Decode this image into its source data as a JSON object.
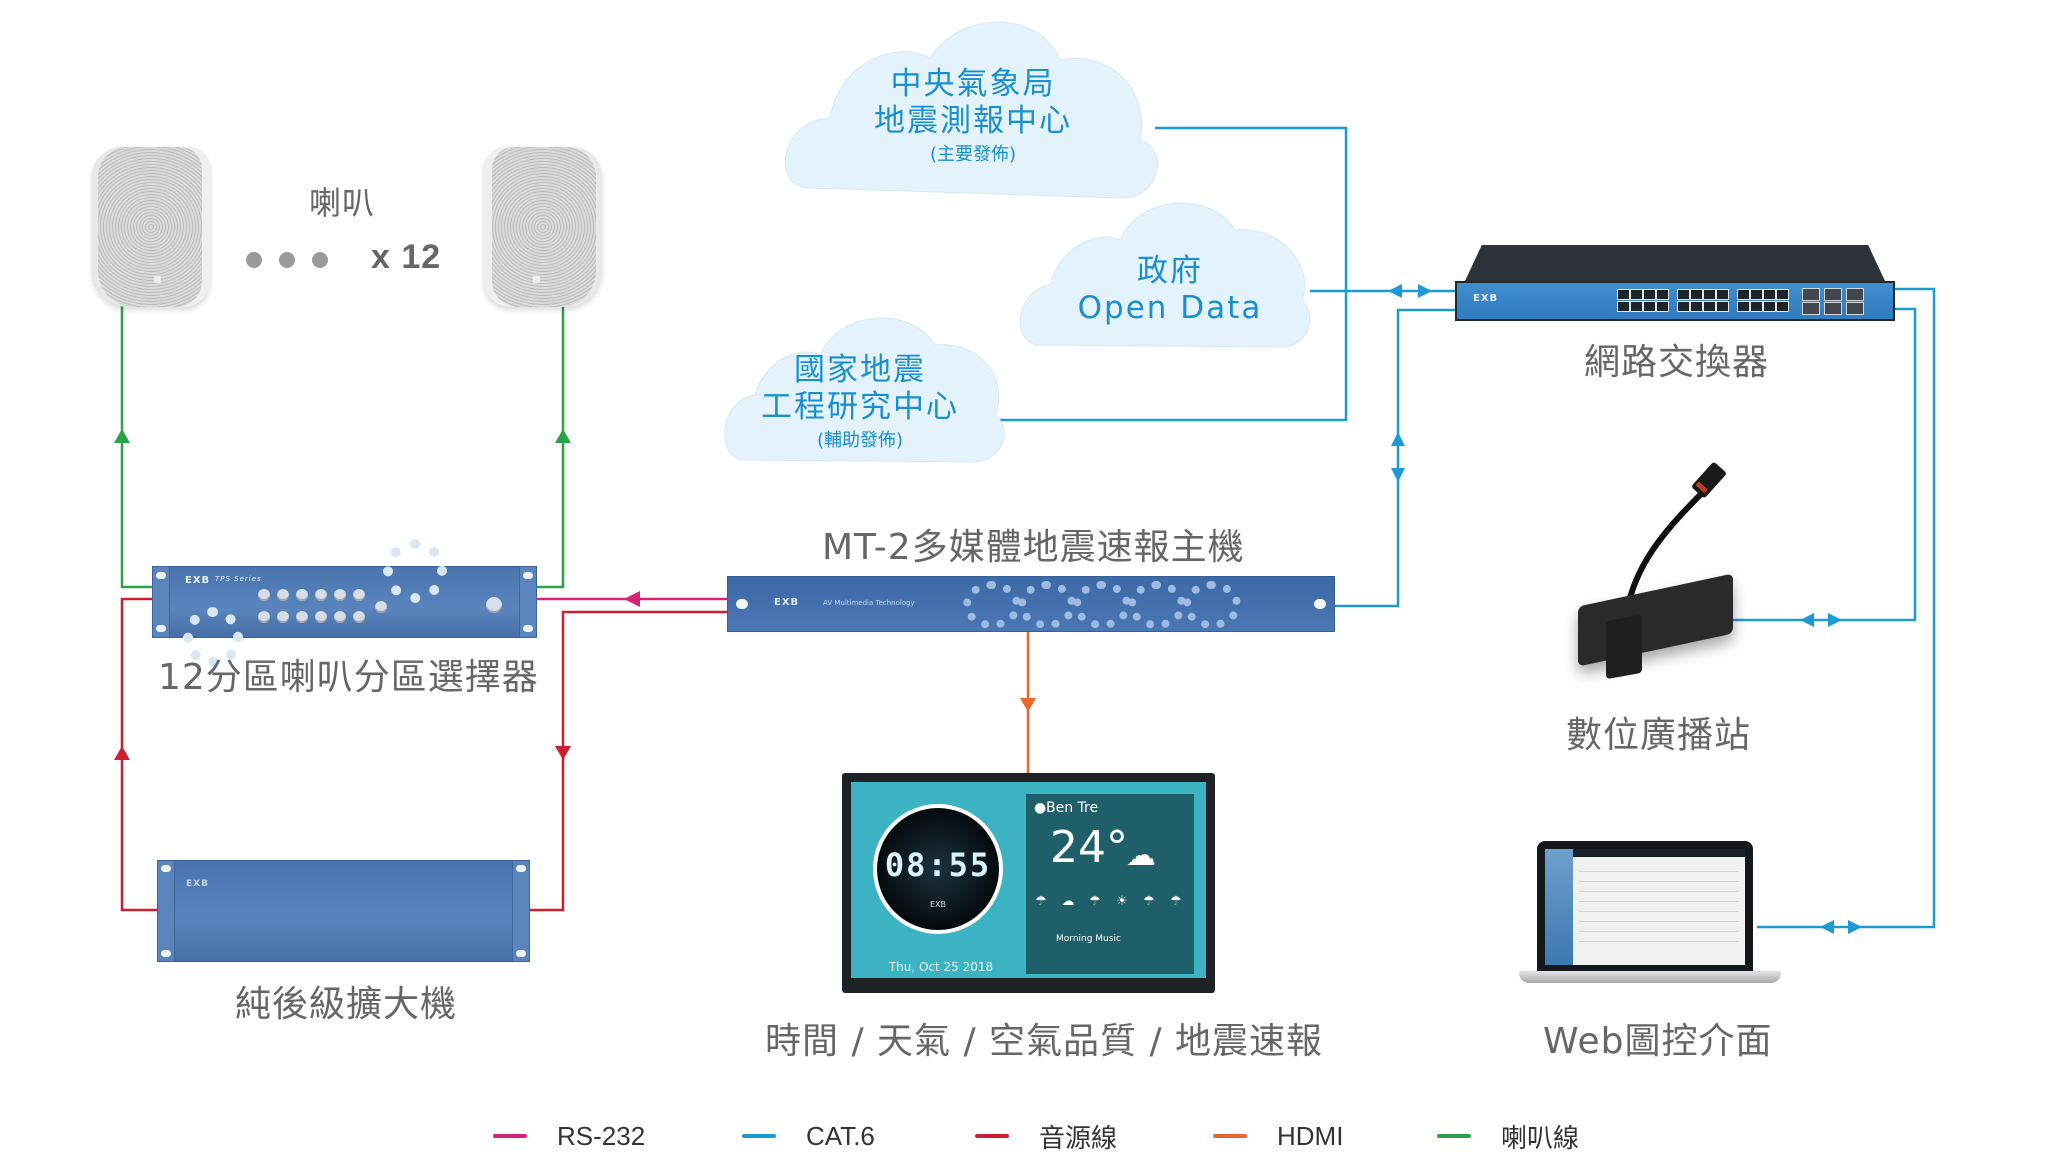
{
  "diagram": {
    "type": "network-architecture",
    "nodes": {
      "speakers": {
        "label": "喇叭",
        "count_label": "x 12",
        "ellipsis_dots": 3
      },
      "zone_selector": {
        "label": "12分區喇叭分區選擇器",
        "brand": "EXB",
        "series": "TPS Series"
      },
      "power_amplifier": {
        "label": "純後級擴大機",
        "brand": "EXB"
      },
      "host": {
        "label": "MT-2多媒體地震速報主機",
        "brand": "EXB",
        "subtitle": "AV Multimedia Technology"
      },
      "display": {
        "label": "時間 / 天氣 / 空氣品質 / 地震速報",
        "clock_time": "08:55",
        "clock_brand": "EXB",
        "date": "Thu, Oct 25 2018",
        "location": "Ben Tre",
        "temperature": "24°",
        "now_playing": "Morning Music",
        "forecast_icons": [
          "rain",
          "cloud",
          "rain",
          "sun",
          "rain",
          "rain"
        ]
      },
      "switch": {
        "label": "網路交換器",
        "brand": "EXB"
      },
      "broadcast_station": {
        "label": "數位廣播站"
      },
      "web_ui": {
        "label": "Web圖控介面"
      }
    },
    "clouds": [
      {
        "line1": "中央氣象局",
        "line2": "地震測報中心",
        "note": "(主要發佈)"
      },
      {
        "line1": "政府",
        "line2": "Open Data",
        "note": ""
      },
      {
        "line1": "國家地震",
        "line2": "工程研究中心",
        "note": "(輔助發佈)"
      }
    ],
    "legend": [
      {
        "label": "RS-232",
        "color": "#d6237a"
      },
      {
        "label": "CAT.6",
        "color": "#1b9ad6"
      },
      {
        "label": "音源線",
        "color": "#cc1f2f"
      },
      {
        "label": "HDMI",
        "color": "#e8692a"
      },
      {
        "label": "喇叭線",
        "color": "#2aa24a"
      }
    ],
    "connections": [
      {
        "from": "cloud-cwb",
        "to": "switch",
        "type": "CAT.6"
      },
      {
        "from": "cloud-opendata",
        "to": "switch",
        "type": "CAT.6",
        "bidirectional": true
      },
      {
        "from": "cloud-ncree",
        "to": "switch",
        "type": "CAT.6"
      },
      {
        "from": "host",
        "to": "switch",
        "type": "CAT.6",
        "bidirectional": true
      },
      {
        "from": "switch",
        "to": "broadcast_station",
        "type": "CAT.6",
        "bidirectional": true
      },
      {
        "from": "switch",
        "to": "web_ui",
        "type": "CAT.6",
        "bidirectional": true
      },
      {
        "from": "host",
        "to": "zone_selector",
        "type": "RS-232"
      },
      {
        "from": "host",
        "to": "power_amplifier",
        "type": "音源線"
      },
      {
        "from": "power_amplifier",
        "to": "zone_selector",
        "type": "音源線"
      },
      {
        "from": "zone_selector",
        "to": "speakers",
        "type": "喇叭線"
      },
      {
        "from": "host",
        "to": "display",
        "type": "HDMI"
      }
    ]
  }
}
